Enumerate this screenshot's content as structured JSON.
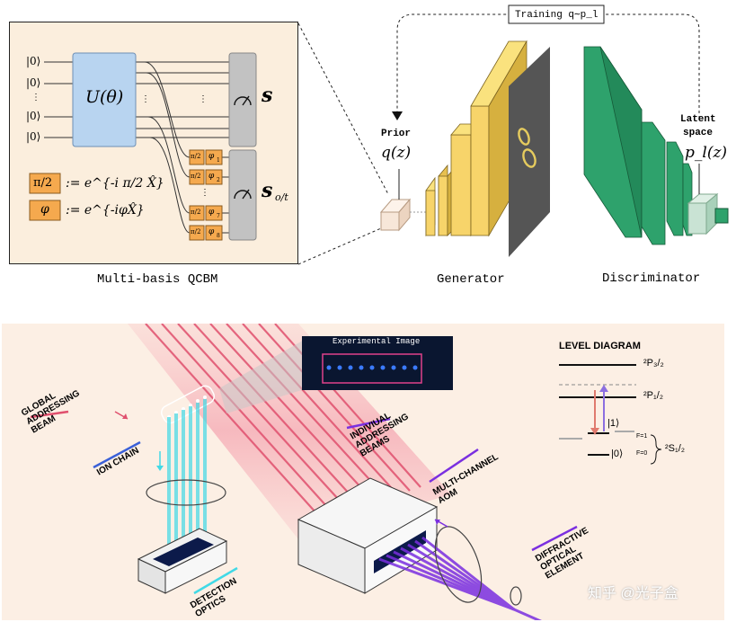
{
  "top": {
    "qcbm": {
      "caption": "Multi-basis QCBM",
      "ket0": "|0⟩",
      "dots": "⋮",
      "unitary": "U(θ)",
      "meas_s": "s",
      "meas_s_ot": "s",
      "meas_s_ot_sub": "o/t",
      "gate_pi2": "π/2",
      "gate_phi": "φ",
      "def_pi2_lhs": "π/2",
      "def_pi2_rhs": ":= e^{-i π/2 X̂}",
      "def_phi_lhs": "φ",
      "def_phi_rhs": ":= e^{-iφX̂}",
      "phi_subs": [
        "1",
        "2",
        "7",
        "8"
      ]
    },
    "gan": {
      "training": "Training q∼p_l",
      "prior_label": "Prior",
      "prior_math": "q(z)",
      "latent_label_1": "Latent",
      "latent_label_2": "space",
      "latent_math": "p_l(z)",
      "generator": "Generator",
      "discriminator": "Discriminator"
    }
  },
  "bottom": {
    "experimental_image": "Experimental Image",
    "level_diagram": "LEVEL DIAGRAM",
    "p32": "²P₃/₂",
    "p12": "²P₁/₂",
    "s12": "²S₁/₂",
    "ket1": "|1⟩",
    "ket0": "|0⟩",
    "f1": "F=1",
    "f0": "F=0",
    "global_1": "GLOBAL",
    "global_2": "ADDRESSING",
    "global_3": "BEAM",
    "ion_chain": "ION CHAIN",
    "indiv_1": "INDIVIUAL",
    "indiv_2": "ADDRESSING",
    "indiv_3": "BEAMS",
    "aom_1": "MULTI-CHANNEL",
    "aom_2": "AOM",
    "doe_1": "DIFFRACTIVE",
    "doe_2": "OPTICAL",
    "doe_3": "ELEMENT",
    "det_1": "DETECTION",
    "det_2": "OPTICS",
    "watermark": "知乎 @光子盒"
  },
  "colors": {
    "qcbm_bg": "#fbeedd",
    "unitary": "#b8d4f0",
    "meas": "#c2c2c2",
    "gate": "#f5a94e",
    "generator": "#f7d46a",
    "discriminator": "#2ea26c",
    "latent": "#c9e3d4",
    "beam_red": "#e0506e",
    "beam_cyan": "#41d9e6",
    "beam_violet": "#7a2fe0",
    "bottom_bg": "#fcefe4"
  }
}
